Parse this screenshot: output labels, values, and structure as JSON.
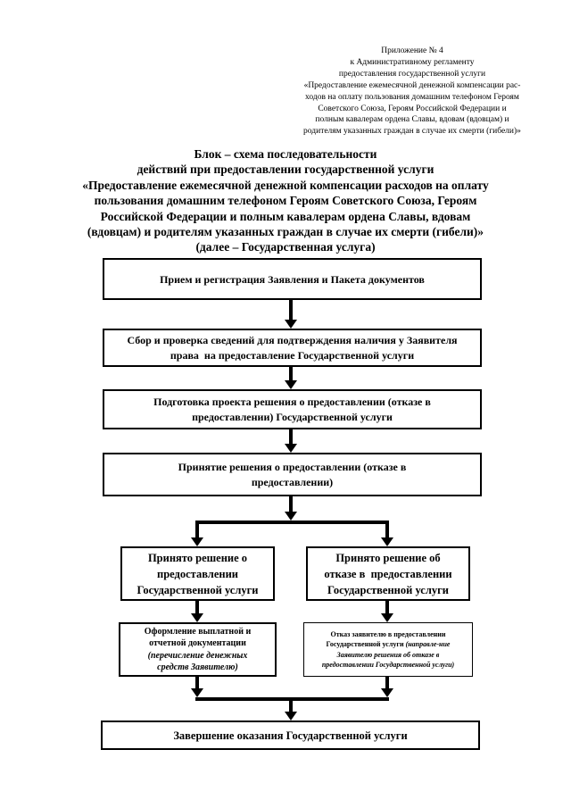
{
  "annex_header": {
    "lines": [
      "Приложение № 4",
      "к Административному регламенту",
      "предоставления государственной услуги",
      "«Предоставление ежемесячной денежной компенсации рас-",
      "ходов на оплату пользования домашним телефоном Героям",
      "Советского Союза, Героям Российской Федерации и",
      "полным кавалерам ордена Славы, вдовам (вдовцам) и",
      "родителям указанных граждан в случае их смерти (гибели)»"
    ]
  },
  "title": {
    "lines": [
      "Блок – схема последовательности",
      "действий при предоставлении государственной услуги",
      "«Предоставление ежемесячной денежной компенсации расходов на оплату",
      "пользования домашним телефоном Героям Советского Союза, Героям",
      "Российской Федерации и полным кавалерам ордена Славы, вдовам",
      "(вдовцам) и родителям указанных граждан в случае их смерти (гибели)»",
      "(далее – Государственная услуга)"
    ]
  },
  "flowchart": {
    "reception": {
      "lines": [
        "Прием и регистрация Заявления и Пакета документов"
      ]
    },
    "verification": {
      "lines": [
        "Сбор и проверка сведений для подтверждения наличия у Заявителя",
        "права  на предоставление Государственной услуги"
      ]
    },
    "draft_decision": {
      "lines": [
        "Подготовка проекта решения о предоставлении (отказе в",
        "предоставлении) Государственной услуги"
      ]
    },
    "decision": {
      "lines": [
        "Принятие решения о предоставлении (отказе в",
        "предоставлении)"
      ]
    },
    "approved": {
      "lines": [
        "Принято решение о",
        "предоставлении",
        "Государственной услуги"
      ]
    },
    "denied": {
      "lines": [
        "Принято решение об",
        "отказе в  предоставлении",
        "Государственной услуги"
      ]
    },
    "payout": {
      "bold_lines": [
        "Оформление выплатной и",
        "отчетной документации"
      ],
      "italic_lines": [
        "(перечисление денежных",
        "средств Заявителю)"
      ]
    },
    "refusal": {
      "line1": "Отказ заявителю в предоставлении",
      "line2_plain": "Государственной услуги ",
      "line2_italic": "(направле-ние",
      "line3_italic": "Заявителю решения об отказе в",
      "line4_italic": "предоставлении Государственной услуги)"
    },
    "completion": {
      "lines": [
        "Завершение оказания Государственной услуги"
      ]
    }
  },
  "colors": {
    "background": "#ffffff",
    "text": "#000000",
    "line": "#000000"
  }
}
